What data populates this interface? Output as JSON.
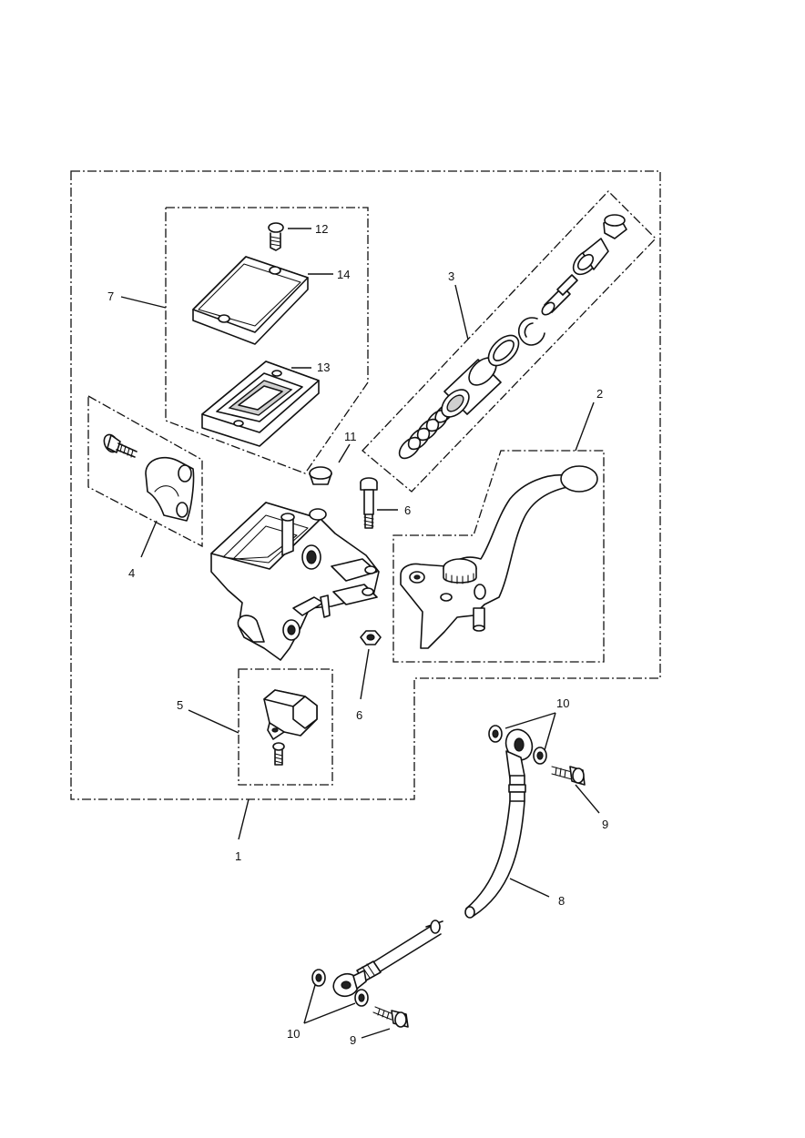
{
  "callouts": {
    "c1": "1",
    "c2": "2",
    "c3": "3",
    "c4": "4",
    "c5": "5",
    "c6a": "6",
    "c6b": "6",
    "c7": "7",
    "c8": "8",
    "c9a": "9",
    "c9b": "9",
    "c10a": "10",
    "c10b": "10",
    "c11": "11",
    "c12": "12",
    "c13": "13",
    "c14": "14"
  },
  "colors": {
    "line": "#111111",
    "background": "#ffffff"
  }
}
